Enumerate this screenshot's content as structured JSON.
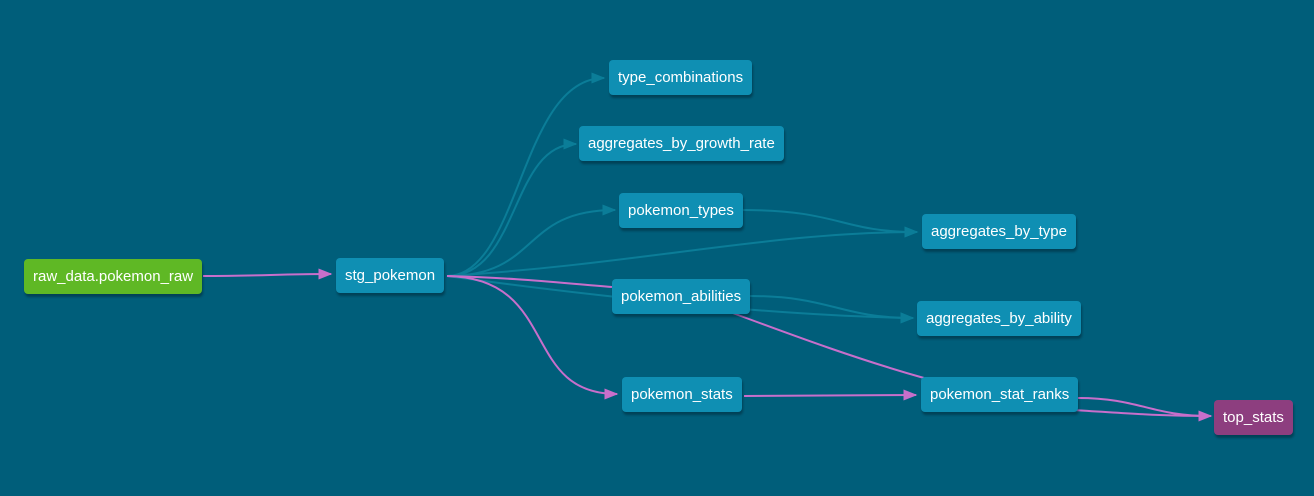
{
  "colors": {
    "background": "#005e7a",
    "model_node": "#0f8fb3",
    "source_node": "#5fb825",
    "selected_node": "#8d3e7f",
    "highlight_edge": "#c86fcb",
    "dim_edge": "#0b7d98"
  },
  "nodes": {
    "raw_data_pokemon_raw": "raw_data.pokemon_raw",
    "stg_pokemon": "stg_pokemon",
    "type_combinations": "type_combinations",
    "aggregates_by_growth_rate": "aggregates_by_growth_rate",
    "pokemon_types": "pokemon_types",
    "pokemon_abilities": "pokemon_abilities",
    "pokemon_stats": "pokemon_stats",
    "aggregates_by_type": "aggregates_by_type",
    "aggregates_by_ability": "aggregates_by_ability",
    "pokemon_stat_ranks": "pokemon_stat_ranks",
    "top_stats": "top_stats"
  },
  "edges": [
    {
      "from": "raw_data_pokemon_raw",
      "to": "stg_pokemon",
      "highlighted": true
    },
    {
      "from": "stg_pokemon",
      "to": "type_combinations",
      "highlighted": false
    },
    {
      "from": "stg_pokemon",
      "to": "aggregates_by_growth_rate",
      "highlighted": false
    },
    {
      "from": "stg_pokemon",
      "to": "pokemon_types",
      "highlighted": false
    },
    {
      "from": "stg_pokemon",
      "to": "aggregates_by_type",
      "highlighted": false
    },
    {
      "from": "stg_pokemon",
      "to": "pokemon_abilities",
      "highlighted": true
    },
    {
      "from": "stg_pokemon",
      "to": "aggregates_by_ability",
      "highlighted": false
    },
    {
      "from": "stg_pokemon",
      "to": "pokemon_stats",
      "highlighted": true
    },
    {
      "from": "pokemon_types",
      "to": "aggregates_by_type",
      "highlighted": false
    },
    {
      "from": "pokemon_abilities",
      "to": "aggregates_by_ability",
      "highlighted": false
    },
    {
      "from": "pokemon_abilities",
      "to": "pokemon_stat_ranks",
      "highlighted": true
    },
    {
      "from": "pokemon_stats",
      "to": "pokemon_stat_ranks",
      "highlighted": true
    },
    {
      "from": "pokemon_stat_ranks",
      "to": "top_stats",
      "highlighted": true
    },
    {
      "from": "pokemon_stat_ranks",
      "to": "top_stats",
      "highlighted": true
    }
  ]
}
